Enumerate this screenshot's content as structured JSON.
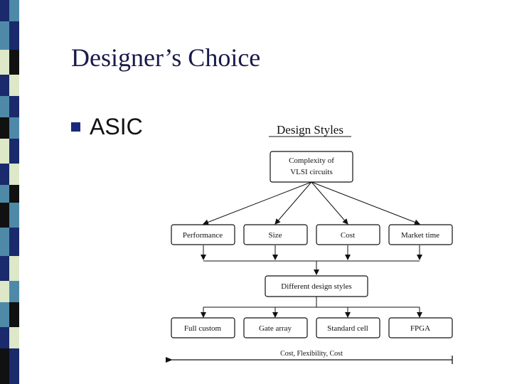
{
  "slide": {
    "title": "Designer’s Choice",
    "bullet": "ASIC"
  },
  "diagram": {
    "heading": "Design Styles",
    "root_line1": "Complexity of",
    "root_line2": "VLSI circuits",
    "factors": [
      "Performance",
      "Size",
      "Cost",
      "Market time"
    ],
    "middle": "Different design styles",
    "styles": [
      "Full custom",
      "Gate array",
      "Standard cell",
      "FPGA"
    ],
    "arrow_label": "Cost, Flexibility, Cost"
  },
  "colors": {
    "strip_dark": "#1a2a6c",
    "strip_teal": "#4e8aa8",
    "strip_light": "#dce8c8",
    "strip_black": "#111111",
    "title": "#1a1a4a",
    "bullet": "#1a2a7a"
  }
}
